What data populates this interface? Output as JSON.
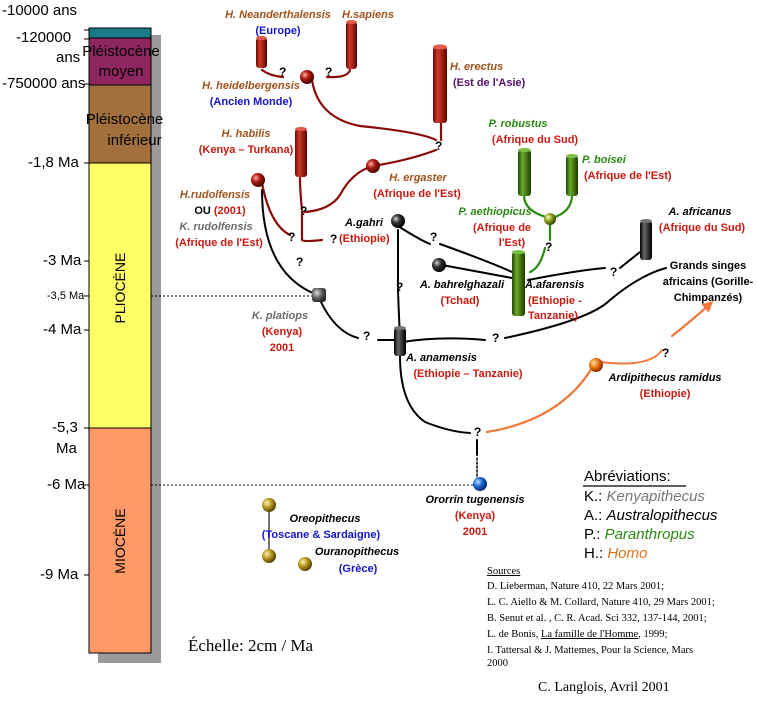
{
  "timescale": {
    "labels": {
      "t10000": "-10000 ans",
      "t120000": "-120000",
      "t120000_unit": "ans",
      "t750000": "-750000 ans",
      "t1_8": "-1,8 Ma",
      "t3": "-3 Ma",
      "t3_5": "-3,5 Ma",
      "t4": "-4 Ma",
      "t5_3": "-5,3",
      "t5_3_unit": "Ma",
      "t6": "-6 Ma",
      "t9": "-9 Ma"
    },
    "epochs": {
      "pleisto_moyen_1": "Pléistocène",
      "pleisto_moyen_2": "moyen",
      "pleisto_inf_1": "Pléistocène",
      "pleisto_inf_2": "inférieur",
      "pliocene": "PLIOCÈNE",
      "miocene": "MIOCÈNE"
    },
    "colors": {
      "holocene": "#1a7a86",
      "pleisto_moyen": "#8e2660",
      "pleisto_inf": "#a1703c",
      "pliocene": "#ffff66",
      "miocene": "#ff9966",
      "shadow": "#9a9a9a"
    }
  },
  "species": {
    "neanderthalensis": {
      "name": "H. Neanderthalensis",
      "loc": "(Europe)"
    },
    "sapiens": {
      "name": "H.sapiens"
    },
    "heidelbergensis": {
      "name": "H. heidelbergensis",
      "loc": "(Ancien Monde)"
    },
    "erectus": {
      "name": "H. erectus",
      "loc": "(Est de l'Asie)"
    },
    "habilis": {
      "name": "H. habilis",
      "loc": "(Kenya – Turkana)"
    },
    "ergaster": {
      "name": "H. ergaster",
      "loc": "(Afrique de l'Est)"
    },
    "rudolfensis": {
      "name": "H.rudolfensis",
      "ou": "OU",
      "year": "(2001)",
      "kname": "K. rudolfensis",
      "loc": "(Afrique de l'Est)"
    },
    "robustus": {
      "name": "P. robustus",
      "loc": "(Afrique du Sud)"
    },
    "boisei": {
      "name": "P. boisei",
      "loc": "(Afrique de l'Est)"
    },
    "aethiopicus": {
      "name": "P. aethiopicus",
      "loc1": "(Afrique de",
      "loc2": "l'Est)"
    },
    "garhi": {
      "name": "A.gahri",
      "loc": "(Ethiopie)"
    },
    "africanus": {
      "name": "A. africanus",
      "loc": "(Afrique du Sud)"
    },
    "bahrelghazali": {
      "name": "A. bahrelghazali",
      "loc": "(Tchad)"
    },
    "afarensis": {
      "name": "A.afarensis",
      "loc1": "(Ethiopie -",
      "loc2": "Tanzanie)"
    },
    "apes": {
      "line1": "Grands singes",
      "line2": "africains (Gorille-",
      "line3": "Chimpanzés)"
    },
    "platiops": {
      "name": "K. platiops",
      "loc": "(Kenya)",
      "year": "2001"
    },
    "anamensis": {
      "name": "A. anamensis",
      "loc": "(Ethiopie – Tanzanie)"
    },
    "ramidus": {
      "name": "Ardipithecus ramidus",
      "loc": "(Ethiopie)"
    },
    "orrorin": {
      "name": "Ororrin tugenensis",
      "loc": "(Kenya)",
      "year": "2001"
    },
    "oreopithecus": {
      "name": "Oreopithecus",
      "loc": "(Toscane & Sardaigne)"
    },
    "ouranopithecus": {
      "name": "Ouranopithecus",
      "loc": "(Grèce)"
    }
  },
  "unknown_mark": "?",
  "abbreviations": {
    "title": "Abréviations:",
    "items": [
      {
        "key": "K.: ",
        "value": "Kenyapithecus",
        "color": "#777777"
      },
      {
        "key": "A.: ",
        "value": "Australopithecus",
        "color": "#000000"
      },
      {
        "key": "P.: ",
        "value": "Paranthropus",
        "color": "#2a8a13"
      },
      {
        "key": "H.: ",
        "value": "Homo",
        "color": "#e0721a"
      }
    ]
  },
  "sources": {
    "title": "Sources",
    "lines": [
      "D. Lieberman, Nature 410, 22 Mars 2001;",
      "L. C. Aiello & M. Collard, Nature 410, 29 Mars 2001;",
      "B. Senut et al. , C. R. Acad. Sci 332, 137-144, 2001;",
      "I. Tattersal & J. Mattemes, Pour la Science, Mars",
      "2000"
    ],
    "bonis_prefix": "L. de Bonis, ",
    "bonis_title": "La famille de l'Homme",
    "bonis_suffix": ", 1999;"
  },
  "scale": "Échelle: 2cm / Ma",
  "credit": "C. Langlois, Avril 2001"
}
